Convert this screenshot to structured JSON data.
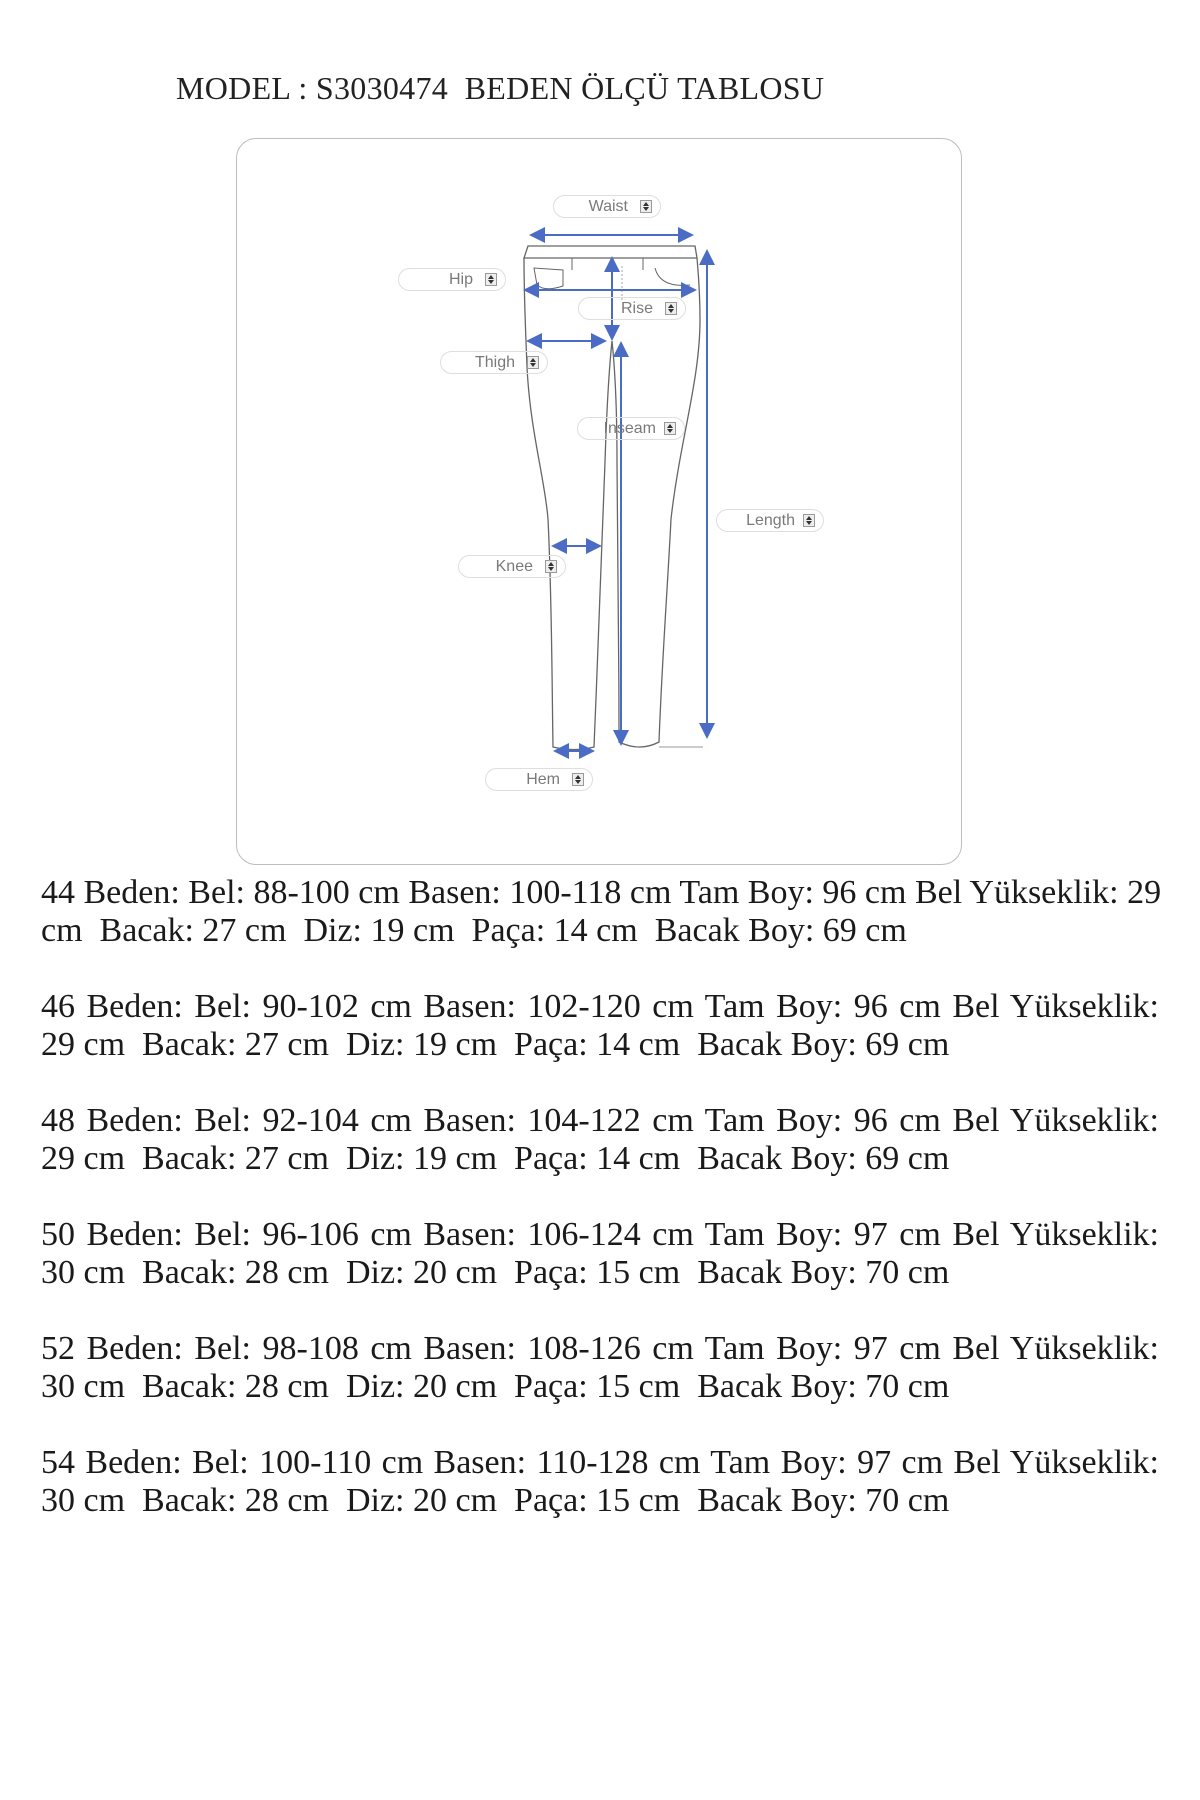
{
  "title": "MODEL : S3030474  BEDEN ÖLÇÜ TABLOSU",
  "diagram": {
    "labels": {
      "waist": "Waist",
      "hip": "Hip",
      "rise": "Rise",
      "thigh": "Thigh",
      "inseam": "Inseam",
      "length": "Length",
      "knee": "Knee",
      "hem": "Hem"
    },
    "arrow_color": "#4a6cc4"
  },
  "sizes": [
    {
      "lines": [
        "44 Beden: Bel: 88-100 cm  Basen: 100-118 cm  Tam Boy: 96 cm  Bel Yükseklik: 29",
        "cm  Bacak: 27 cm  Diz: 19 cm  Paça: 14 cm  Bacak Boy: 69 cm"
      ]
    },
    {
      "lines": [
        "46 Beden: Bel: 90-102 cm  Basen: 102-120 cm  Tam Boy: 96 cm  Bel Yükseklik:",
        "29 cm  Bacak: 27 cm  Diz: 19 cm  Paça: 14 cm  Bacak Boy: 69 cm"
      ]
    },
    {
      "lines": [
        "48 Beden: Bel: 92-104 cm  Basen: 104-122 cm  Tam Boy: 96 cm  Bel Yükseklik:",
        "29 cm  Bacak: 27 cm  Diz: 19 cm  Paça: 14 cm  Bacak Boy: 69 cm"
      ]
    },
    {
      "lines": [
        "50 Beden: Bel: 96-106 cm  Basen: 106-124 cm  Tam Boy: 97 cm  Bel Yükseklik:",
        "30 cm  Bacak: 28 cm  Diz: 20 cm  Paça: 15 cm  Bacak Boy: 70 cm"
      ]
    },
    {
      "lines": [
        "52 Beden: Bel: 98-108 cm  Basen: 108-126 cm  Tam Boy: 97 cm  Bel Yükseklik:",
        "30 cm  Bacak: 28 cm  Diz: 20 cm  Paça: 15 cm  Bacak Boy: 70 cm"
      ]
    },
    {
      "lines": [
        "54 Beden: Bel: 100-110 cm  Basen: 110-128 cm  Tam Boy: 97 cm  Bel Yükseklik:",
        "30 cm  Bacak: 28 cm  Diz: 20 cm  Paça: 15 cm  Bacak Boy: 70 cm"
      ]
    }
  ]
}
